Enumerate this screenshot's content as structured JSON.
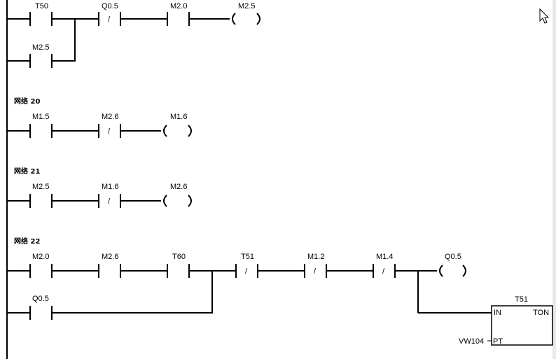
{
  "editor": {
    "network_label_prefix": "网络",
    "colors": {
      "line": "#000000",
      "background": "#ffffff",
      "right_scrollbar_bg": "#e8e8e8"
    },
    "cursor_icon": "arrow-cursor-icon"
  },
  "network19": {
    "contacts": [
      {
        "address": "T50",
        "kind": "NO"
      },
      {
        "address": "M2.5",
        "kind": "NO",
        "branch": true
      },
      {
        "address": "Q0.5",
        "kind": "NC"
      },
      {
        "address": "M2.0",
        "kind": "NO"
      }
    ],
    "coil": {
      "address": "M2.5"
    }
  },
  "network20": {
    "number": "20",
    "contacts": [
      {
        "address": "M1.5",
        "kind": "NO"
      },
      {
        "address": "M2.6",
        "kind": "NC"
      }
    ],
    "coil": {
      "address": "M1.6"
    }
  },
  "network21": {
    "number": "21",
    "contacts": [
      {
        "address": "M2.5",
        "kind": "NO"
      },
      {
        "address": "M1.6",
        "kind": "NC"
      }
    ],
    "coil": {
      "address": "M2.6"
    }
  },
  "network22": {
    "number": "22",
    "contacts": [
      {
        "address": "M2.0",
        "kind": "NO"
      },
      {
        "address": "M2.6",
        "kind": "NO"
      },
      {
        "address": "T60",
        "kind": "NO"
      },
      {
        "address": "T51",
        "kind": "NC"
      },
      {
        "address": "M1.2",
        "kind": "NC"
      },
      {
        "address": "M1.4",
        "kind": "NC"
      },
      {
        "address": "Q0.5",
        "kind": "NO",
        "branch": true
      }
    ],
    "coil": {
      "address": "Q0.5"
    },
    "timer": {
      "name": "T51",
      "type": "TON",
      "in_label": "IN",
      "pt_label": "PT",
      "pt_value": "VW104"
    }
  },
  "symbols": {
    "nc_slash": "/"
  }
}
